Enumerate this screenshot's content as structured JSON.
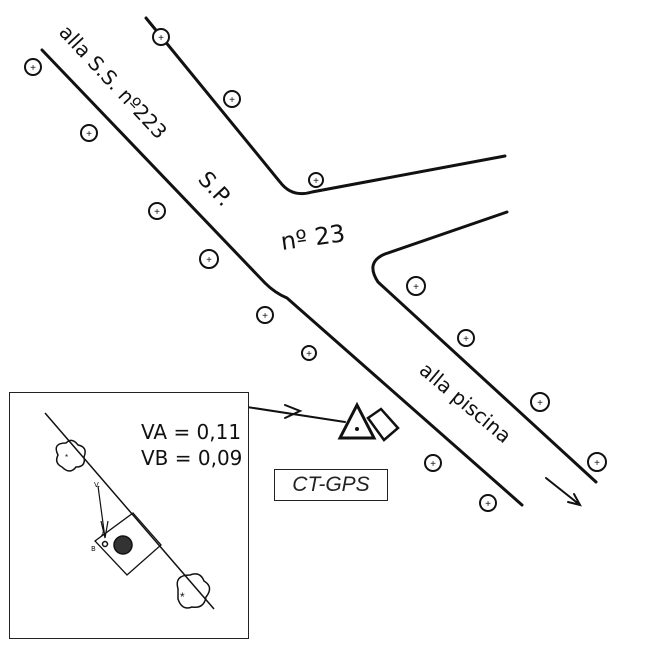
{
  "map": {
    "road_labels": {
      "to_ss": "alla S.S. nº223",
      "sp": "S.P.",
      "road_number": "nº 23",
      "to_pool": "alla piscina"
    },
    "station_label": "CT-GPS",
    "station_icon": "triangle-survey-marker-icon"
  },
  "inset": {
    "va": "VA = 0,11",
    "vb": "VB = 0,09",
    "point_a": "A",
    "point_b": "B",
    "vertex": "V."
  }
}
